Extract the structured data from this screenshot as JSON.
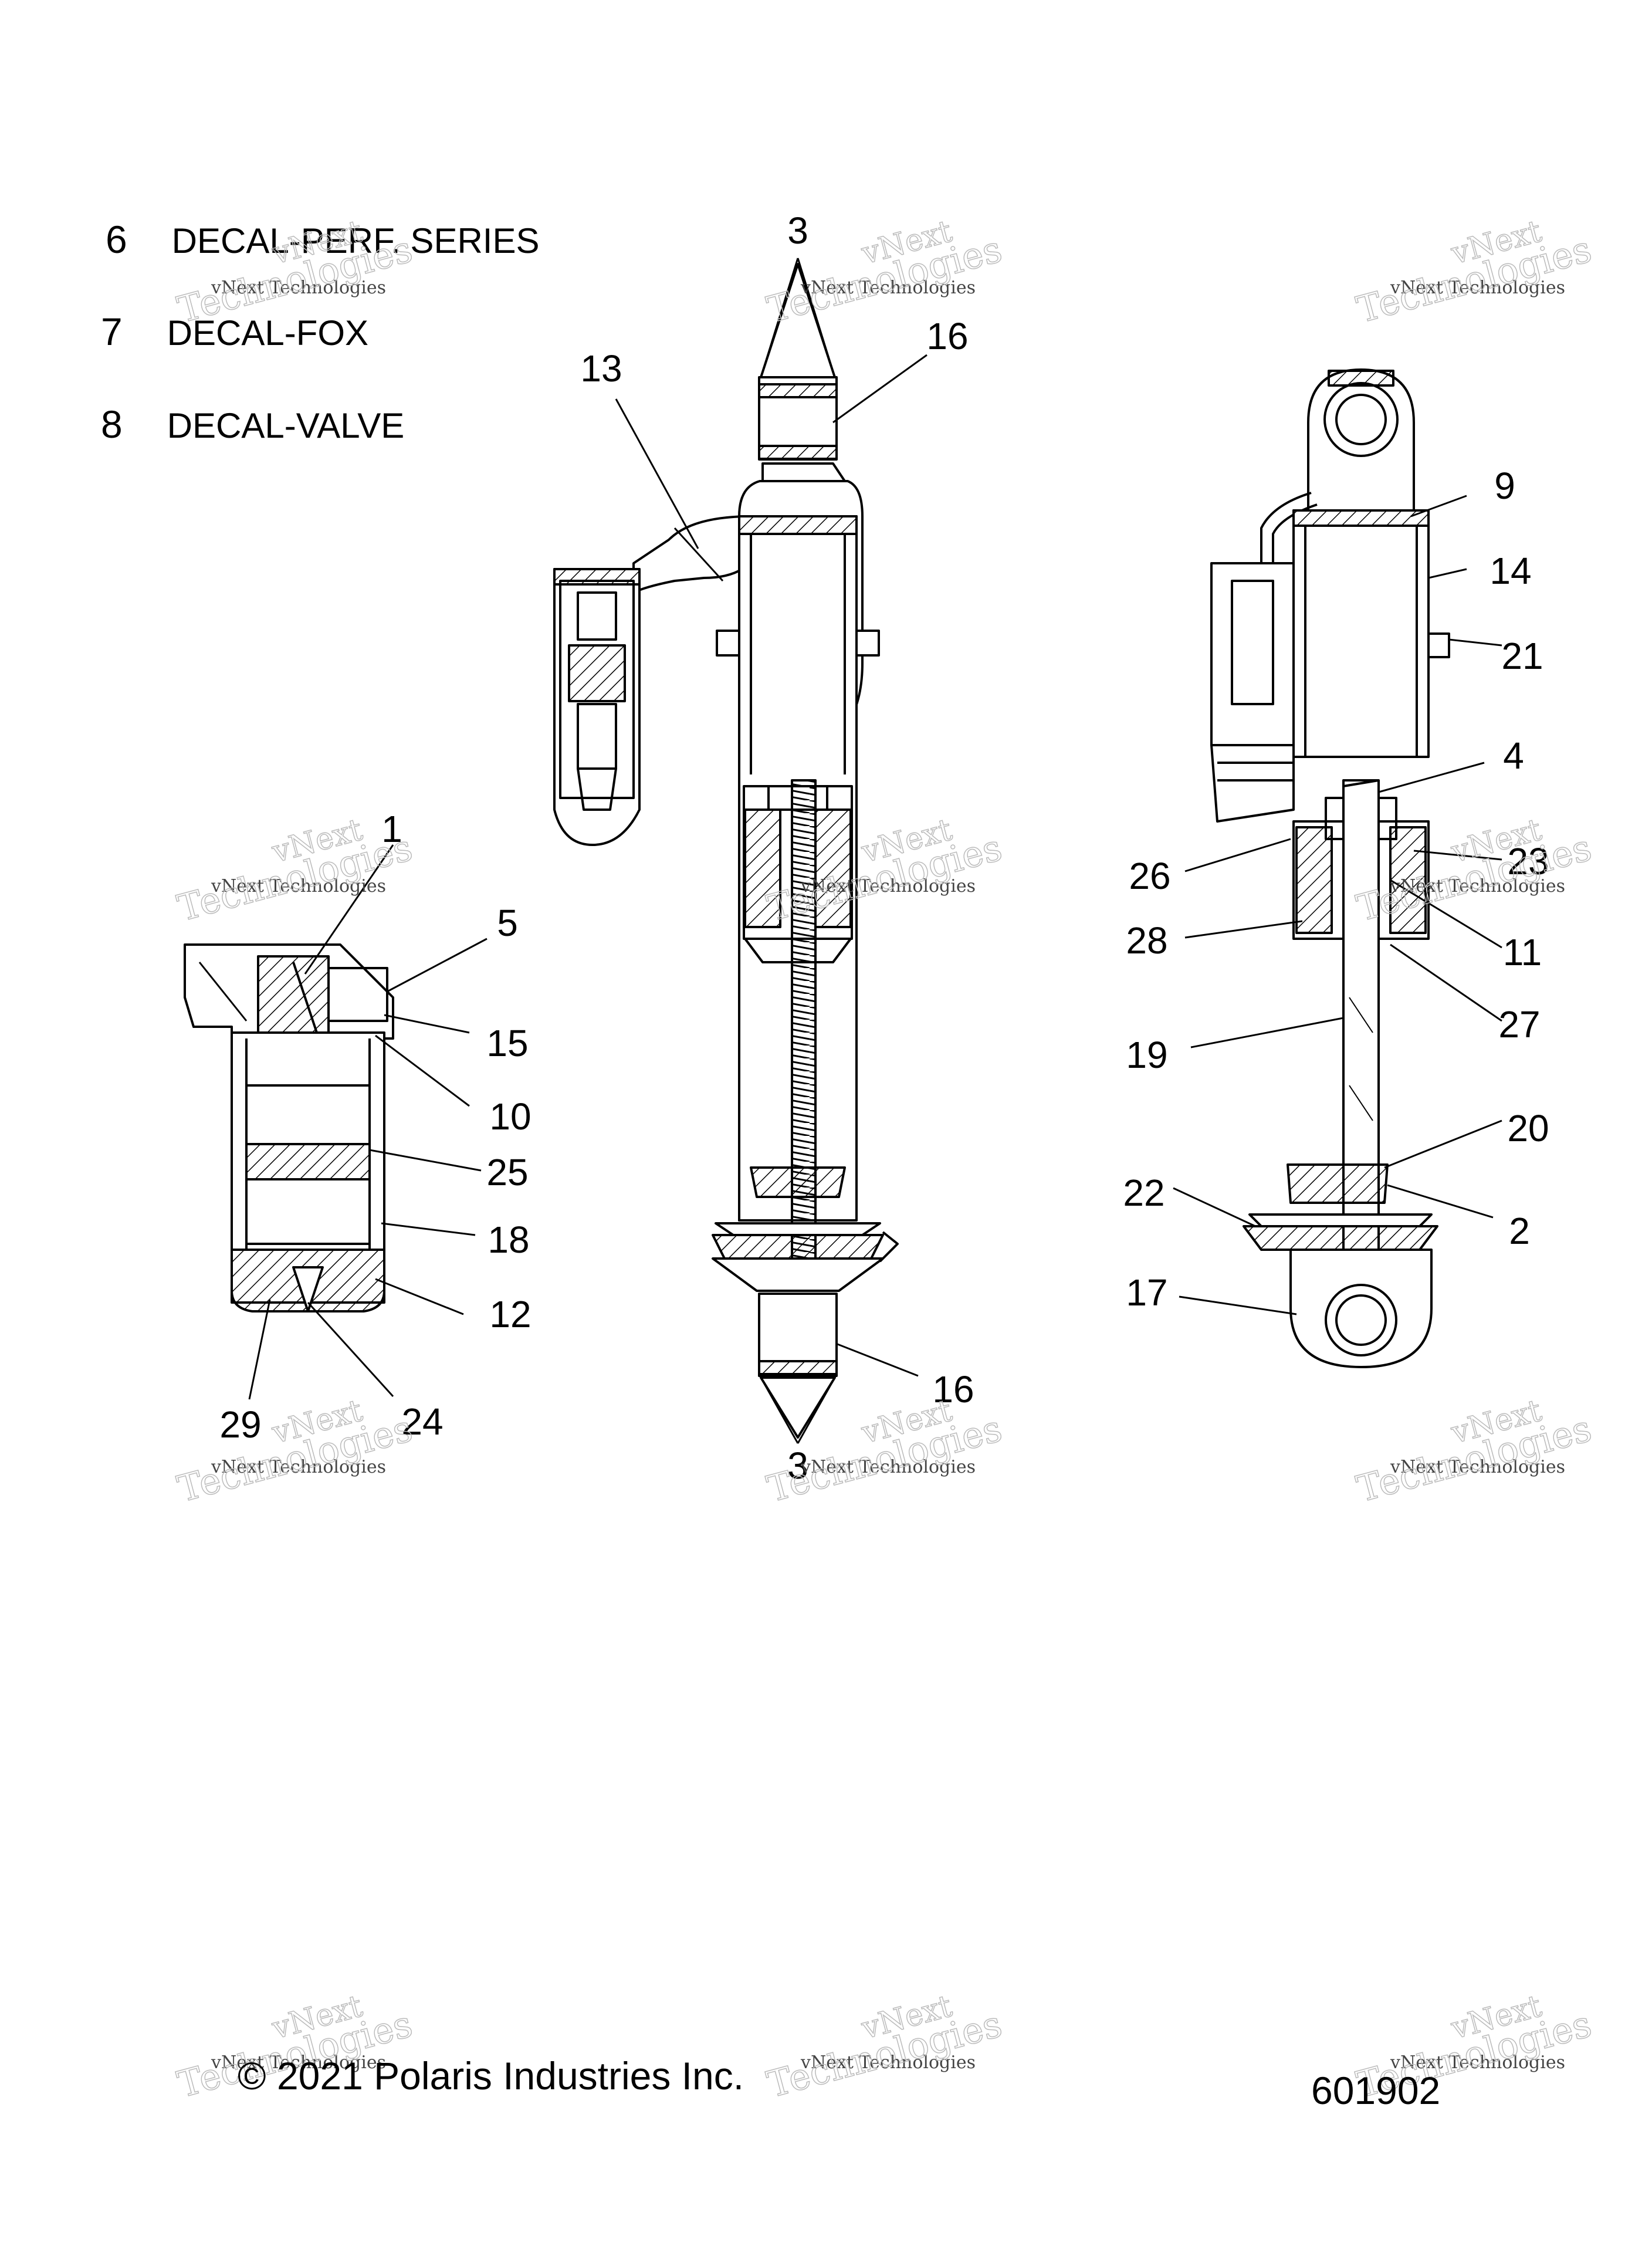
{
  "legend": [
    {
      "number": "6",
      "description": "DECAL-PERF. SERIES"
    },
    {
      "number": "7",
      "description": "DECAL-FOX"
    },
    {
      "number": "8",
      "description": "DECAL-VALVE"
    }
  ],
  "callouts": {
    "c3_top": "3",
    "c16_top": "16",
    "c13": "13",
    "c9": "9",
    "c14": "14",
    "c21": "21",
    "c4": "4",
    "c26": "26",
    "c23": "23",
    "c28": "28",
    "c11": "11",
    "c27": "27",
    "c19": "19",
    "c20": "20",
    "c22": "22",
    "c2": "2",
    "c17": "17",
    "c1": "1",
    "c5": "5",
    "c15": "15",
    "c10": "10",
    "c25": "25",
    "c18": "18",
    "c12": "12",
    "c29": "29",
    "c24": "24",
    "c16_bottom": "16",
    "c3_bottom": "3"
  },
  "watermark": {
    "line1": "vNext",
    "line2": "vNext Technologies",
    "line3": "Technologies"
  },
  "footer": {
    "copyright": "© 2021 Polaris Industries Inc.",
    "drawing_number": "601902"
  }
}
